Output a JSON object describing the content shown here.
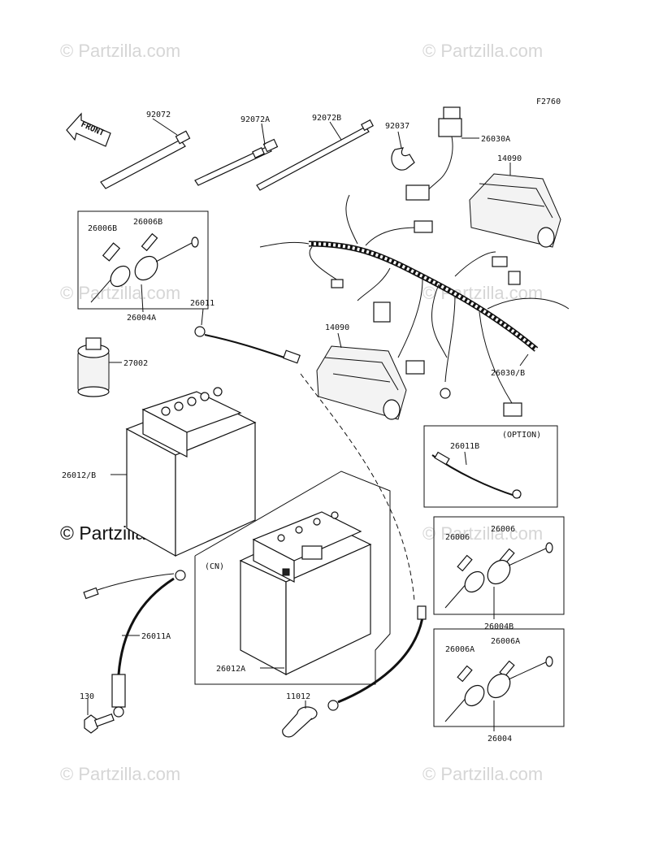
{
  "figure_code": "F2760",
  "front_label": "FRONT",
  "watermark": "© Partzilla.com",
  "watermark_main": "© Partzilla.com",
  "parts": {
    "p92072": "92072",
    "p92072A": "92072A",
    "p92072B": "92072B",
    "p92037": "92037",
    "p26030A": "26030A",
    "p14090_top": "14090",
    "p26006B_a": "26006B",
    "p26006B_b": "26006B",
    "p26004A": "26004A",
    "p26011": "26011",
    "p14090_mid": "14090",
    "p27002": "27002",
    "p26030B": "26030/B",
    "p26012B": "26012/B",
    "p26011B": "26011B",
    "option": "(OPTION)",
    "p26006_a": "26006",
    "p26006_b": "26006",
    "p26004B": "26004B",
    "cn": "(CN)",
    "p26011A": "26011A",
    "p26012A": "26012A",
    "p26006A_a": "26006A",
    "p26006A_b": "26006A",
    "p130": "130",
    "p11012": "11012",
    "p26004": "26004"
  }
}
